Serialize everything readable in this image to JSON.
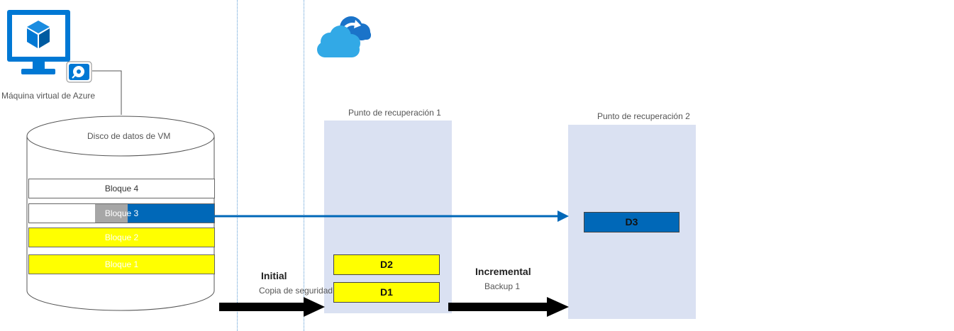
{
  "vm": {
    "label": "Máquina virtual de Azure",
    "icon": "vm-monitor-icon",
    "disk_icon": "disk-badge-icon",
    "color": "#0078d4"
  },
  "cloud": {
    "icon": "cloud-backup-icon"
  },
  "disk": {
    "label": "Disco de datos de VM",
    "blocks": [
      {
        "label": "Bloque 4",
        "fill": "#ffffff",
        "text_color": "#333333"
      },
      {
        "label": "Bloque 3",
        "fill": "#0068b8",
        "text_color": "#ffffff"
      },
      {
        "label": "Bloque 2",
        "fill": "#ffff00",
        "text_color": "#ffffff"
      },
      {
        "label": "Bloque 1",
        "fill": "#ffff00",
        "text_color": "#ffffff"
      }
    ]
  },
  "recovery_points": [
    {
      "label": "Punto de recuperación 1",
      "chunks": [
        "D2",
        "D1"
      ]
    },
    {
      "label": "Punto de recuperación 2",
      "chunks": [
        "D3"
      ]
    }
  ],
  "steps": {
    "initial": {
      "title": "Initial",
      "subtitle": "Copia de seguridad"
    },
    "incremental": {
      "title": "Incremental",
      "subtitle": "Backup 1"
    }
  },
  "colors": {
    "rp_fill": "#dae1f2",
    "yellow": "#ffff00",
    "blue": "#0068b8",
    "arrow_black": "#000000"
  }
}
